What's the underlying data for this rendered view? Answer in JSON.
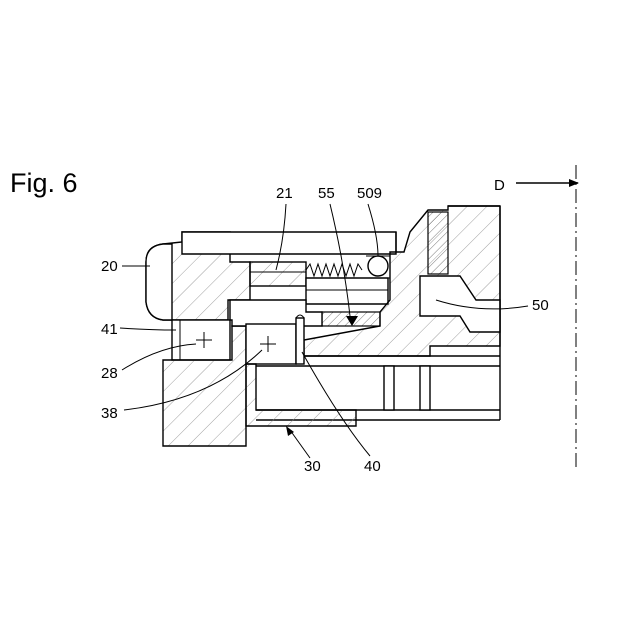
{
  "figure": {
    "title": "Fig. 6",
    "direction_label": "D"
  },
  "references": {
    "r20": "20",
    "r21": "21",
    "r55": "55",
    "r509": "509",
    "r50": "50",
    "r41": "41",
    "r28": "28",
    "r38": "38",
    "r30": "30",
    "r40": "40"
  }
}
